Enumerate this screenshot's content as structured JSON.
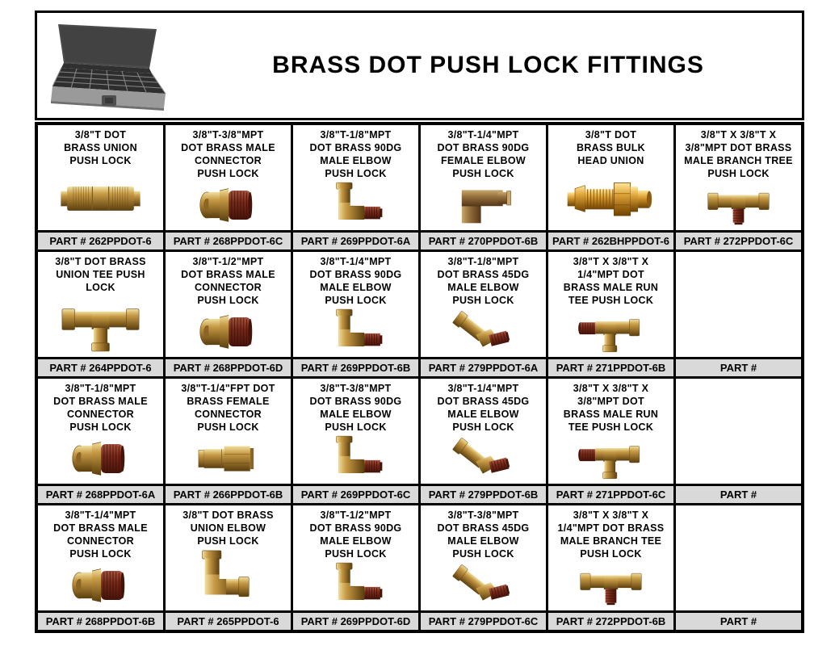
{
  "header": {
    "title": "BRASS DOT PUSH LOCK FITTINGS",
    "box_image": "parts-organizer-box"
  },
  "colors": {
    "border": "#000000",
    "part_bar_bg": "#d9d9d9",
    "brass": "#b3893b",
    "thread_maroon": "#76291a",
    "bronze": "#96703d",
    "bright_brass": "#e0a53a"
  },
  "grid": {
    "rows": [
      {
        "cells": [
          {
            "title": "3/8\"T DOT\nBRASS UNION\nPUSH LOCK",
            "part": "PART # 262PPDOT-6",
            "image": "union"
          },
          {
            "title": "3/8\"T-3/8\"MPT\nDOT BRASS MALE\nCONNECTOR\nPUSH LOCK",
            "part": "PART # 268PPDOT-6C",
            "image": "male-connector"
          },
          {
            "title": "3/8\"T-1/8\"MPT\nDOT BRASS 90DG\nMALE ELBOW\nPUSH LOCK",
            "part": "PART # 269PPDOT-6A",
            "image": "elbow-90"
          },
          {
            "title": "3/8\"T-1/4\"MPT\nDOT BRASS 90DG\nFEMALE ELBOW\nPUSH LOCK",
            "part": "PART # 270PPDOT-6B",
            "image": "female-elbow-90"
          },
          {
            "title": "3/8\"T DOT\nBRASS BULK\nHEAD UNION",
            "part": "PART # 262BHPPDOT-6",
            "image": "bulkhead-union"
          },
          {
            "title": "3/8\"T X 3/8\"T X\n3/8\"MPT DOT BRASS\nMALE BRANCH TREE\nPUSH LOCK",
            "part": "PART # 272PPDOT-6C",
            "image": "branch-tee"
          }
        ]
      },
      {
        "cells": [
          {
            "title": "3/8\"T DOT BRASS\nUNION TEE PUSH\nLOCK",
            "part": "PART # 264PPDOT-6",
            "image": "union-tee"
          },
          {
            "title": "3/8\"T-1/2\"MPT\nDOT BRASS MALE\nCONNECTOR\nPUSH LOCK",
            "part": "PART # 268PPDOT-6D",
            "image": "male-connector"
          },
          {
            "title": "3/8\"T-1/4\"MPT\nDOT BRASS 90DG\nMALE ELBOW\nPUSH LOCK",
            "part": "PART # 269PPDOT-6B",
            "image": "elbow-90"
          },
          {
            "title": "3/8\"T-1/8\"MPT\nDOT BRASS 45DG\nMALE ELBOW\nPUSH LOCK",
            "part": "PART # 279PPDOT-6A",
            "image": "elbow-45"
          },
          {
            "title": "3/8\"T X 3/8\"T X\n1/4\"MPT DOT\nBRASS MALE RUN\nTEE PUSH LOCK",
            "part": "PART # 271PPDOT-6B",
            "image": "run-tee"
          },
          {
            "title": "",
            "part": "PART #",
            "image": ""
          }
        ]
      },
      {
        "cells": [
          {
            "title": "3/8\"T-1/8\"MPT\nDOT BRASS MALE\nCONNECTOR\nPUSH LOCK",
            "part": "PART # 268PPDOT-6A",
            "image": "male-connector"
          },
          {
            "title": "3/8\"T-1/4\"FPT DOT\nBRASS FEMALE\nCONNECTOR\nPUSH LOCK",
            "part": "PART # 266PPDOT-6B",
            "image": "female-connector"
          },
          {
            "title": "3/8\"T-3/8\"MPT\nDOT BRASS 90DG\nMALE ELBOW\nPUSH LOCK",
            "part": "PART # 269PPDOT-6C",
            "image": "elbow-90"
          },
          {
            "title": "3/8\"T-1/4\"MPT\nDOT BRASS 45DG\nMALE ELBOW\nPUSH LOCK",
            "part": "PART # 279PPDOT-6B",
            "image": "elbow-45"
          },
          {
            "title": "3/8\"T X 3/8\"T X\n3/8\"MPT DOT\nBRASS MALE RUN\nTEE PUSH LOCK",
            "part": "PART # 271PPDOT-6C",
            "image": "run-tee"
          },
          {
            "title": "",
            "part": "PART #",
            "image": ""
          }
        ]
      },
      {
        "cells": [
          {
            "title": "3/8\"T-1/4\"MPT\nDOT BRASS MALE\nCONNECTOR\nPUSH LOCK",
            "part": "PART # 268PPDOT-6B",
            "image": "male-connector"
          },
          {
            "title": "3/8\"T DOT BRASS\nUNION ELBOW\nPUSH LOCK",
            "part": "PART # 265PPDOT-6",
            "image": "union-elbow"
          },
          {
            "title": "3/8\"T-1/2\"MPT\nDOT BRASS 90DG\nMALE ELBOW\nPUSH LOCK",
            "part": "PART # 269PPDOT-6D",
            "image": "elbow-90"
          },
          {
            "title": "3/8\"T-3/8\"MPT\nDOT BRASS 45DG\nMALE ELBOW\nPUSH LOCK",
            "part": "PART # 279PPDOT-6C",
            "image": "elbow-45"
          },
          {
            "title": "3/8\"T X 3/8\"T X\n1/4\"MPT DOT BRASS\nMALE BRANCH TEE\nPUSH LOCK",
            "part": "PART # 272PPDOT-6B",
            "image": "branch-tee"
          },
          {
            "title": "",
            "part": "PART #",
            "image": ""
          }
        ]
      }
    ]
  }
}
